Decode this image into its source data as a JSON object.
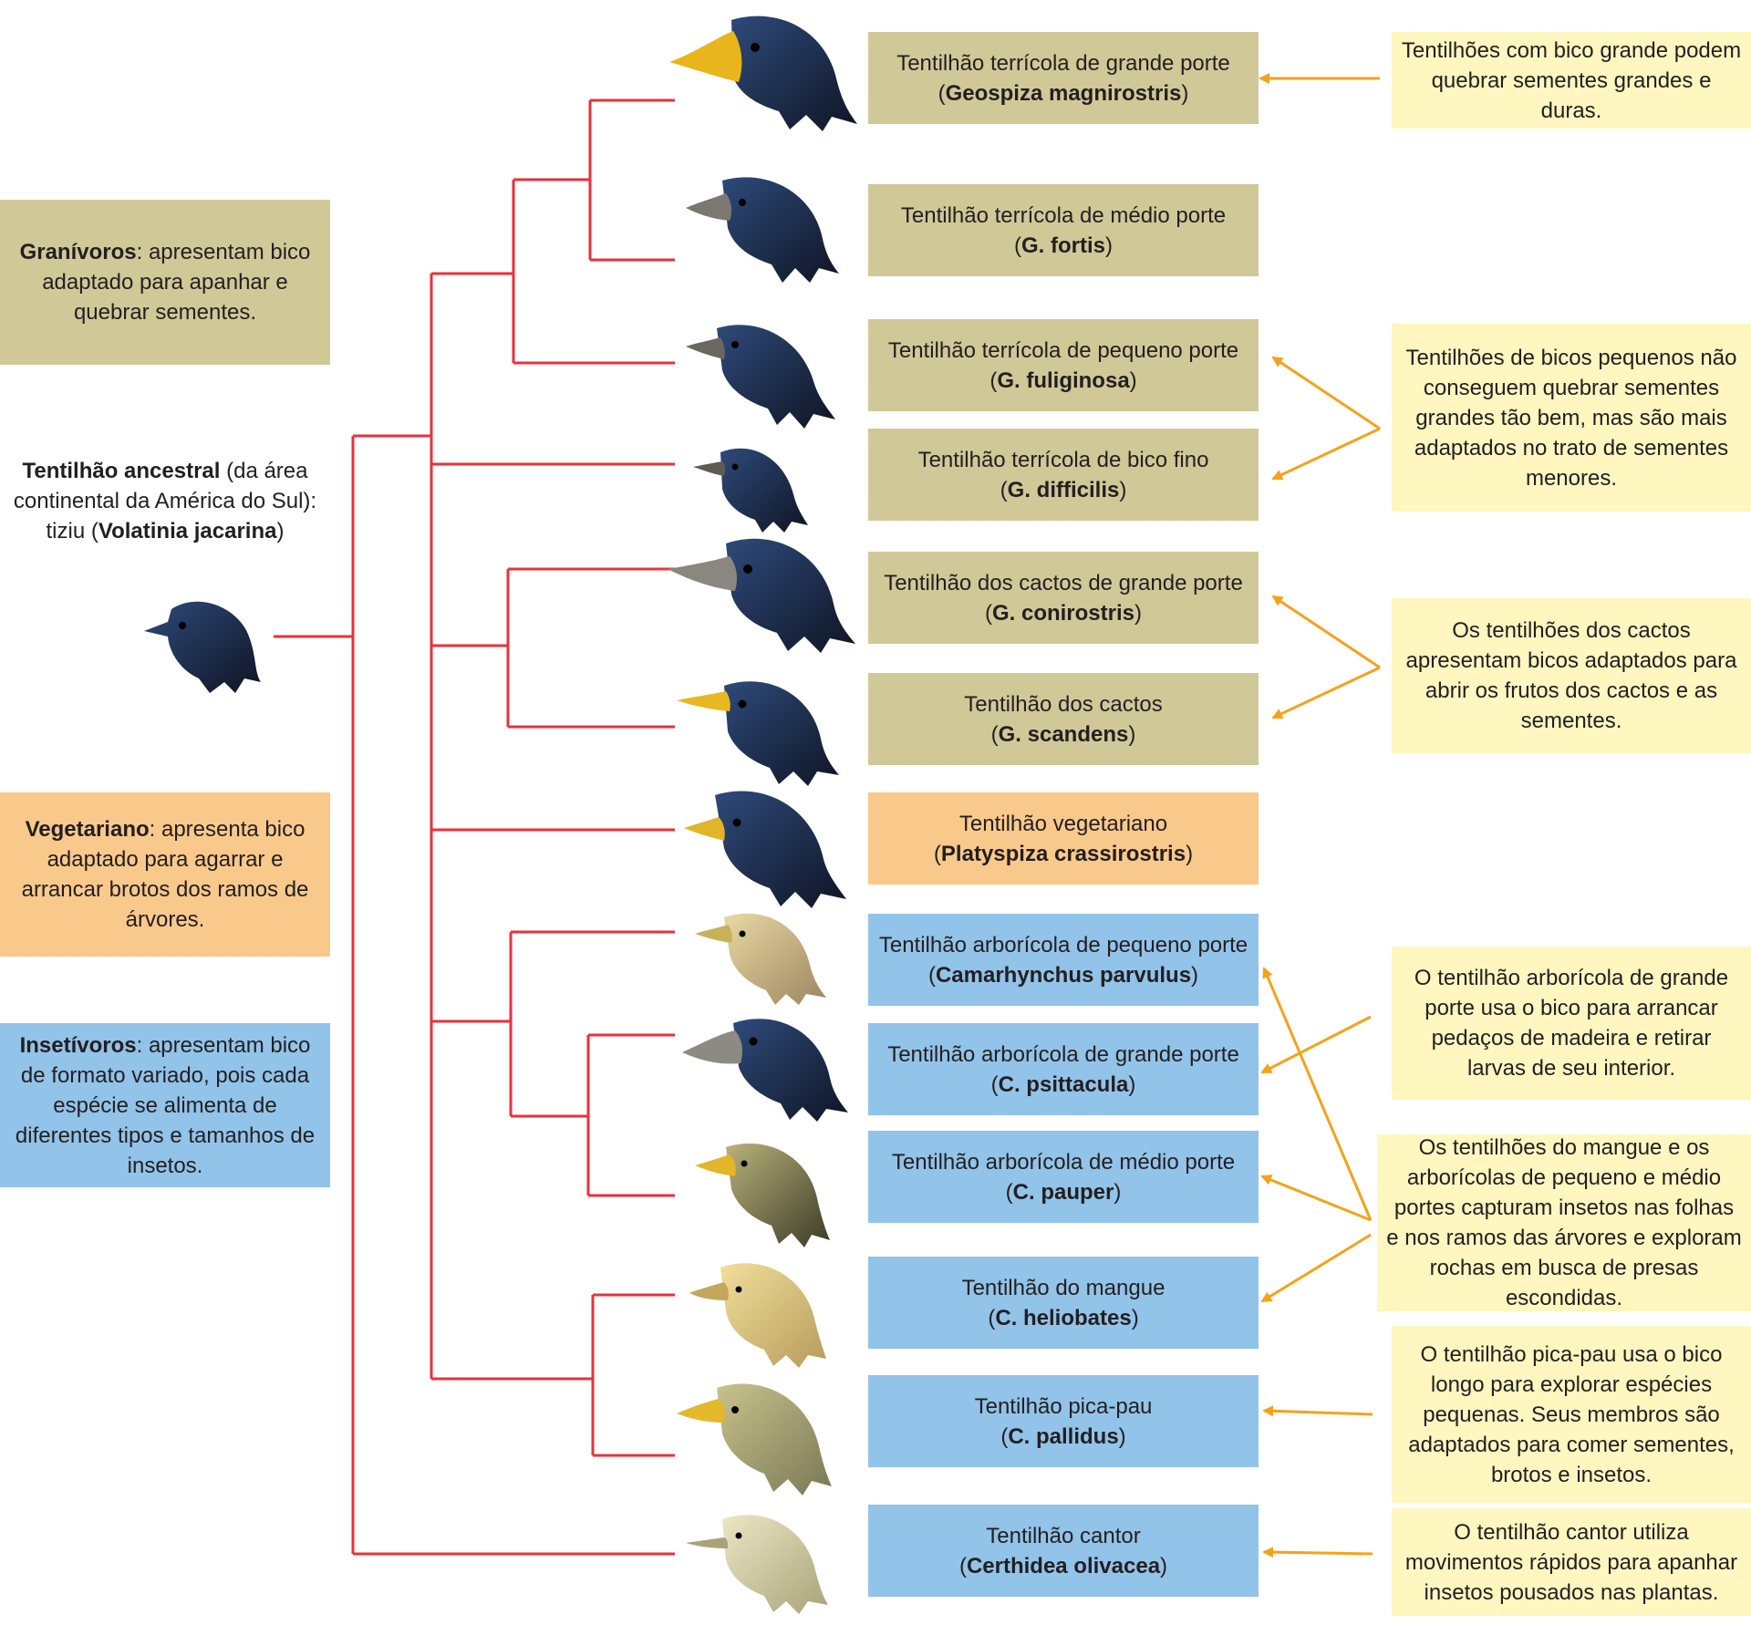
{
  "categories": {
    "granivoros": {
      "term": "Granívoros",
      "text": ": apresentam bico adaptado para apanhar e quebrar sementes."
    },
    "ancestral": {
      "term": "Tentilhão ancestral",
      "text": " (da área continental da América do Sul): tiziu (",
      "sci": "Volatinia jacarina",
      "close": ")"
    },
    "vegetariano": {
      "term": "Vegetariano",
      "text": ": apresenta bico adaptado para agarrar e arrancar brotos dos ramos de árvores."
    },
    "insetivoros": {
      "term": "Insetívoros",
      "text": ": apresentam bico de formato variado, pois cada espécie se alimenta de diferentes tipos e tamanhos de insetos."
    }
  },
  "species": [
    {
      "name": "Tentilhão terrícola de grande porte",
      "sci": "Geospiza magnirostris"
    },
    {
      "name": "Tentilhão terrícola de médio porte",
      "sci": "G. fortis"
    },
    {
      "name": "Tentilhão terrícola de pequeno porte",
      "sci": "G. fuliginosa"
    },
    {
      "name": "Tentilhão terrícola de bico fino",
      "sci": "G. difficilis"
    },
    {
      "name": "Tentilhão dos cactos de grande porte",
      "sci": "G. conirostris"
    },
    {
      "name": "Tentilhão dos cactos",
      "sci": "G. scandens"
    },
    {
      "name": "Tentilhão vegetariano",
      "sci": "Platyspiza crassirostris"
    },
    {
      "name": "Tentilhão arborícola de pequeno porte",
      "sci": "Camarhynchus parvulus"
    },
    {
      "name": "Tentilhão arborícola de grande porte",
      "sci": "C. psittacula"
    },
    {
      "name": "Tentilhão arborícola de médio porte",
      "sci": "C. pauper"
    },
    {
      "name": "Tentilhão do mangue",
      "sci": "C. heliobates"
    },
    {
      "name": "Tentilhão pica-pau",
      "sci": "C. pallidus"
    },
    {
      "name": "Tentilhão cantor",
      "sci": "Certhidea olivacea"
    }
  ],
  "notes": [
    "Tentilhões com bico grande podem quebrar sementes grandes e duras.",
    "Tentilhões de bicos pequenos não conseguem quebrar sementes grandes tão bem, mas são mais adaptados no trato de sementes menores.",
    "Os tentilhões dos cactos apresentam bicos adaptados para abrir os frutos dos cactos e as sementes.",
    "O tentilhão arborícola de grande porte usa o bico para arrancar pedaços de madeira e retirar larvas de seu interior.",
    "Os tentilhões do mangue e os arborícolas de pequeno e médio portes capturam insetos nas folhas e nos ramos das árvores e exploram rochas em busca de presas escondidas.",
    "O tentilhão pica-pau usa o bico longo para explorar espécies pequenas. Seus membros são adaptados para comer sementes, brotos e insetos.",
    "O tentilhão cantor utiliza movimentos rápidos para apanhar insetos pousados nas plantas."
  ],
  "colors": {
    "granivoros": "#d1c898",
    "vegetariano": "#f9c98c",
    "insetivoros": "#92c3e9",
    "note": "#fff6c0",
    "tree": "#e8323c",
    "arrow": "#f5a21b"
  }
}
